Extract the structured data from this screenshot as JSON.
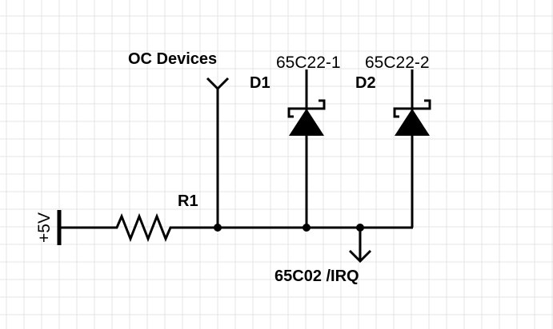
{
  "diagram": {
    "type": "schematic",
    "power": {
      "label": "+5V"
    },
    "resistor": {
      "label": "R1"
    },
    "oc_input": {
      "label": "OC Devices"
    },
    "diodes": [
      {
        "label": "D1",
        "part": "65C22-1"
      },
      {
        "label": "D2",
        "part": "65C22-2"
      }
    ],
    "output": {
      "label": "65C02 /IRQ"
    },
    "colors": {
      "wire": "#000000",
      "grid": "#e4e4e4",
      "background": "#ffffff"
    }
  }
}
